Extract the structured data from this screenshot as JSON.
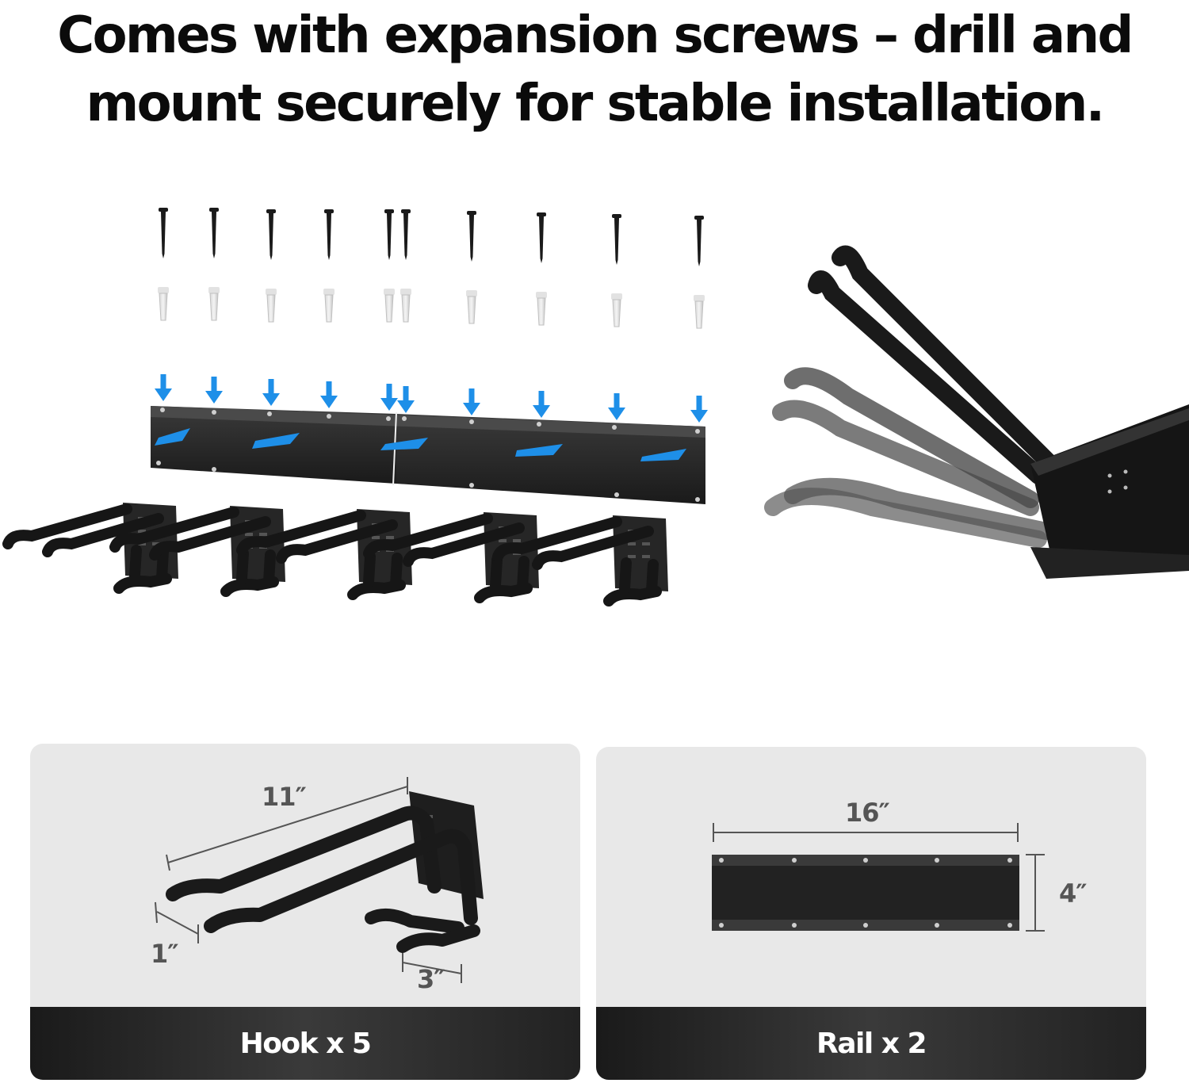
{
  "headline": {
    "line1": "Comes with expansion screws – drill and",
    "line2": "mount securely for stable installation."
  },
  "hook_card": {
    "label": "Hook x 5",
    "length": "11″",
    "width": "1″",
    "depth": "3″"
  },
  "rail_card": {
    "label": "Rail x 2",
    "length": "16″",
    "height": "4″"
  },
  "colors": {
    "arrow": "#1e8fe8",
    "metal": "#1c1c1c",
    "card_bg": "#e8e8e8"
  }
}
